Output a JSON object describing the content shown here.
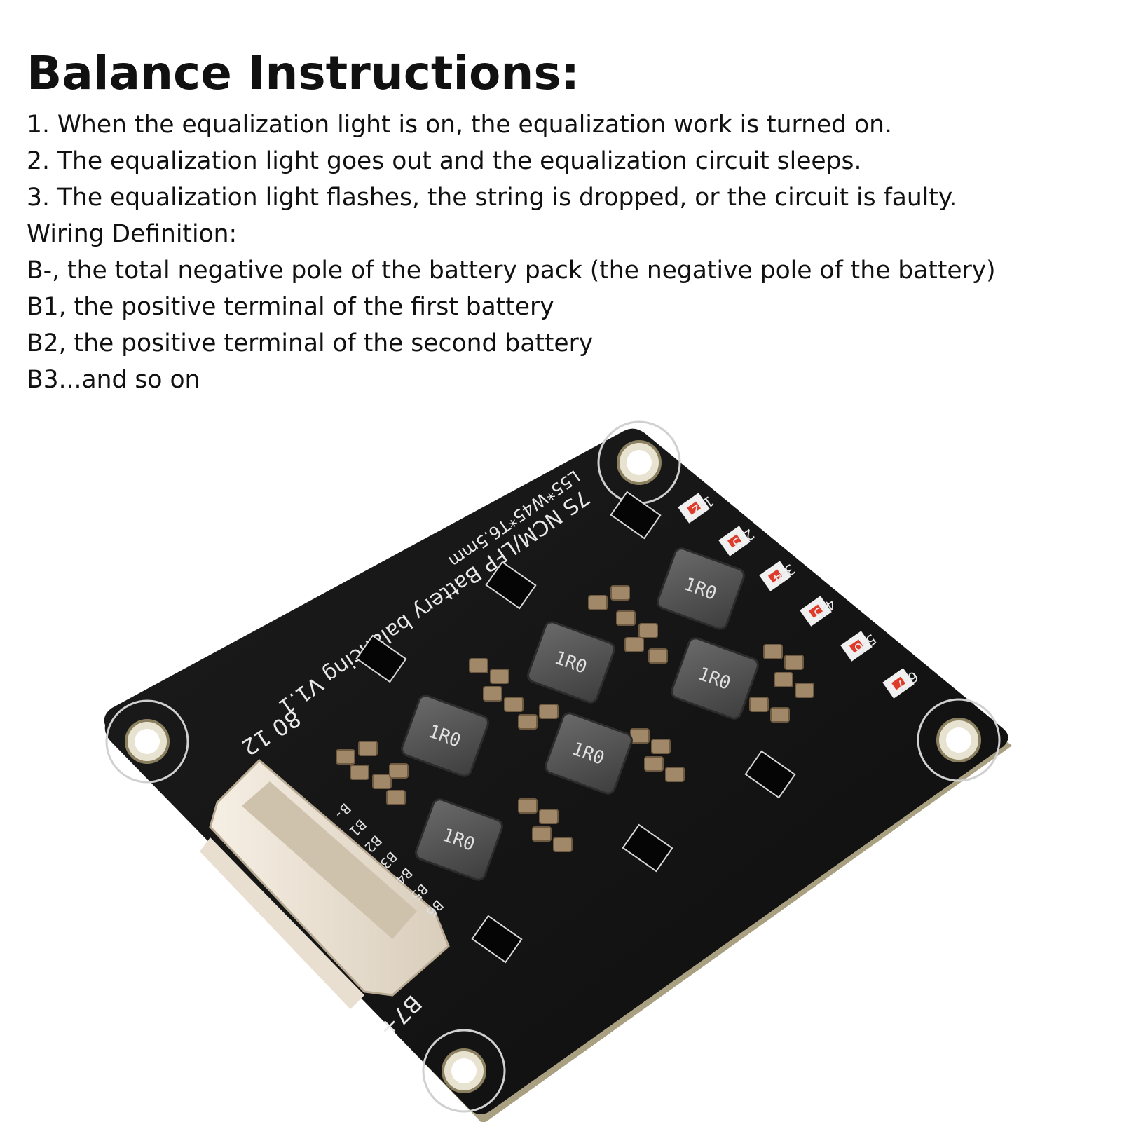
{
  "instructions": {
    "title": "Balance Instructions:",
    "lines": [
      "1. When the equalization light is on, the equalization work is turned on.",
      "2. The equalization light goes out and the equalization circuit sleeps.",
      "3. The equalization light flashes, the string is dropped, or the circuit is faulty.",
      "Wiring Definition:",
      "B-, the total negative pole of the battery pack (the negative pole of the battery)",
      "B1, the positive terminal of the first battery",
      "B2, the positive terminal of the second battery",
      "B3...and so on"
    ]
  },
  "board": {
    "silkscreen_title": "7S NCM/LFP Battery balancing V1.1",
    "dimensions": "L55*W45*T6.5mm",
    "date_code": "80 12",
    "inductor_marking": "1R0",
    "led_labels": [
      "1-2",
      "2-3",
      "3-4",
      "4-5",
      "5-6",
      "6-7"
    ],
    "pin_labels": [
      "B-",
      "B1",
      "B2",
      "B3",
      "B4",
      "B5",
      "B6"
    ],
    "connector_label": "B7+",
    "colors": {
      "board": "#151515",
      "connector": "#efe6da",
      "inductor": "#5a5a5a",
      "capacitor": "#a08868",
      "led": "#e03a2a",
      "board_edge": "#a8a080"
    }
  }
}
